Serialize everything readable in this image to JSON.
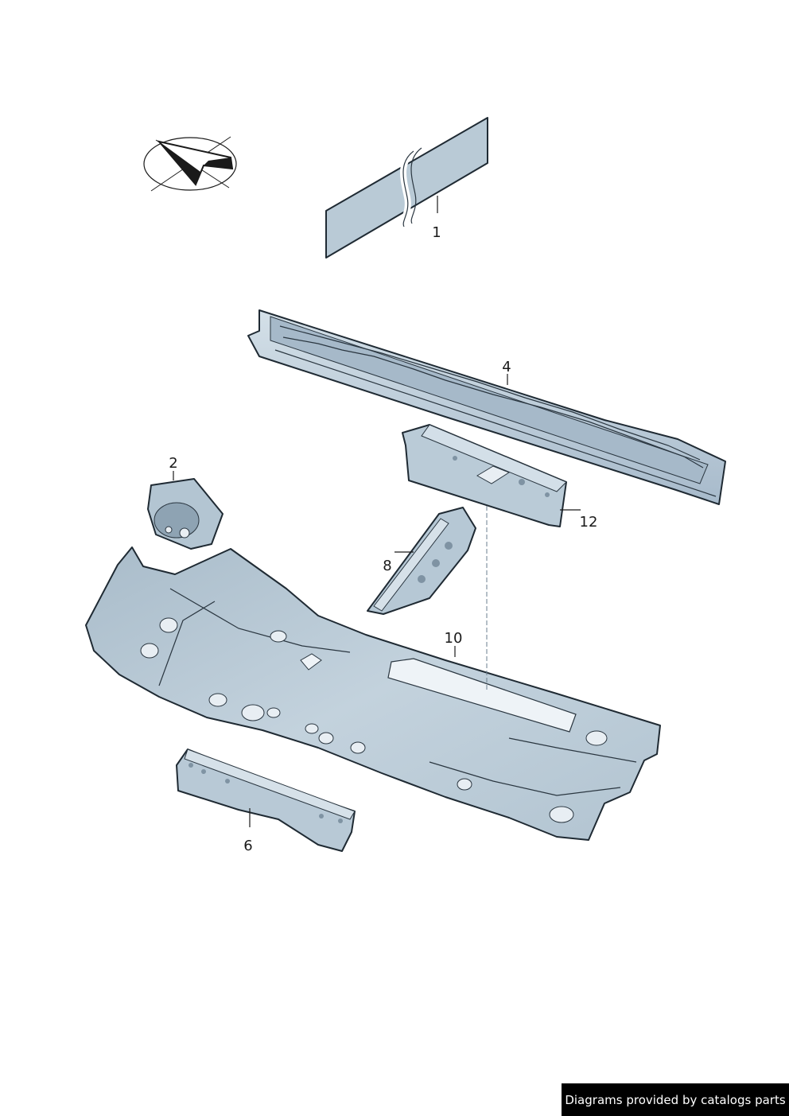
{
  "parts": [
    {
      "id": "1",
      "label": "1"
    },
    {
      "id": "2",
      "label": "2"
    },
    {
      "id": "4",
      "label": "4"
    },
    {
      "id": "6",
      "label": "6"
    },
    {
      "id": "8",
      "label": "8"
    },
    {
      "id": "10",
      "label": "10"
    },
    {
      "id": "12",
      "label": "12"
    }
  ],
  "footer": {
    "credit": "Diagrams provided by catalogs parts"
  },
  "colors": {
    "part_fill": "#b9cad6",
    "part_light": "#d3dfe8",
    "part_dark": "#8ea3b3",
    "outline": "#1f2a33"
  },
  "icons": [
    "orientation-arrow-icon"
  ]
}
